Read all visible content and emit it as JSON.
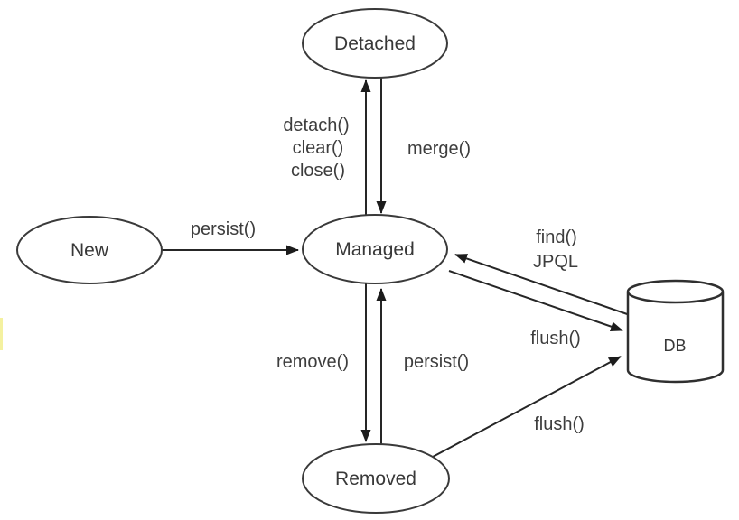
{
  "diagram": {
    "type": "state-diagram",
    "background": "#ffffff",
    "stroke_color": "#2e2e2e",
    "text_color": "#3a3a3a",
    "nodes": {
      "detached": {
        "label": "Detached",
        "shape": "ellipse"
      },
      "new": {
        "label": "New",
        "shape": "ellipse"
      },
      "managed": {
        "label": "Managed",
        "shape": "ellipse"
      },
      "removed": {
        "label": "Removed",
        "shape": "ellipse"
      },
      "db": {
        "label": "DB",
        "shape": "cylinder"
      }
    },
    "edges": {
      "new_to_managed": {
        "from": "New",
        "to": "Managed",
        "label": "persist()"
      },
      "managed_to_detached": {
        "from": "Managed",
        "to": "Detached",
        "labels": [
          "detach()",
          "clear()",
          "close()"
        ]
      },
      "detached_to_managed": {
        "from": "Detached",
        "to": "Managed",
        "label": "merge()"
      },
      "db_to_managed": {
        "from": "DB",
        "to": "Managed",
        "labels": [
          "find()",
          "JPQL"
        ]
      },
      "managed_to_db": {
        "from": "Managed",
        "to": "DB",
        "label": "flush()"
      },
      "managed_to_removed": {
        "from": "Managed",
        "to": "Removed",
        "label": "remove()"
      },
      "removed_to_managed": {
        "from": "Removed",
        "to": "Managed",
        "label": "persist()"
      },
      "removed_to_db": {
        "from": "Removed",
        "to": "DB",
        "label": "flush()"
      }
    },
    "artifacts": {
      "left_edge_highlight_color": "#f4f1a0"
    }
  }
}
